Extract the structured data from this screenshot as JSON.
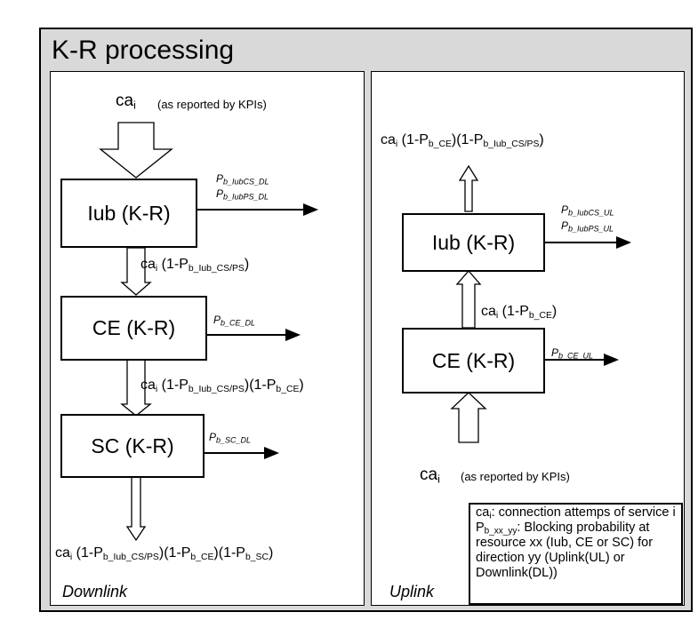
{
  "title": "K-R processing",
  "downlink": {
    "label": "Downlink",
    "input": {
      "ca": "ca",
      "i": "i",
      "note": "(as reported by KPIs)"
    },
    "boxes": {
      "iub": "Iub (K-R)",
      "ce": "CE (K-R)",
      "sc": "SC (K-R)"
    },
    "flow_after_iub": {
      "ca": "ca",
      "i": "i",
      "p": " (1-P",
      "s1": "b_Iub_CS/PS",
      "end": ")"
    },
    "flow_after_ce": {
      "ca": "ca",
      "i": "i",
      "p1": " (1-P",
      "s1": "b_Iub_CS/PS",
      "p2": ")(1-P",
      "s2": "b_CE",
      "end": ")"
    },
    "output": {
      "ca": "ca",
      "i": "i",
      "p1": " (1-P",
      "s1": "b_Iub_CS/PS",
      "p2": ")(1-P",
      "s2": "b_CE",
      "p3": ")(1-P",
      "s3": "b_SC",
      "end": ")"
    },
    "block": {
      "iub_cs": {
        "p": "P",
        "s": "b_IubCS_DL"
      },
      "iub_ps": {
        "p": "P",
        "s": "b_IubPS_DL"
      },
      "ce": {
        "p": "P",
        "s": "b_CE_DL"
      },
      "sc": {
        "p": "P",
        "s": "b_SC_DL"
      }
    }
  },
  "uplink": {
    "label": "Uplink",
    "input": {
      "ca": "ca",
      "i": "i",
      "note": "(as reported by KPIs)"
    },
    "boxes": {
      "iub": "Iub (K-R)",
      "ce": "CE (K-R)"
    },
    "flow_after_ce": {
      "ca": "ca",
      "i": "i",
      "p": " (1-P",
      "s1": "b_CE",
      "end": ")"
    },
    "output": {
      "ca": "ca",
      "i": "i",
      "p1": " (1-P",
      "s1": "b_CE",
      "p2": ")(1-P",
      "s2": "b_Iub_CS/PS",
      "end": ")"
    },
    "block": {
      "iub_cs": {
        "p": "P",
        "s": "b_IubCS_UL"
      },
      "iub_ps": {
        "p": "P",
        "s": "b_IubPS_UL"
      },
      "ce": {
        "p": "P",
        "s": "b_CE_UL"
      }
    }
  },
  "legend": {
    "line1_main": "ca",
    "line1_sub": "i",
    "line1_rest": ": connection attemps of service i",
    "line2_main": "P",
    "line2_sub": "b_xx_yy",
    "line2_rest": ": Blocking probability at resource xx (Iub, CE or SC) for direction yy (Uplink(UL) or Downlink(DL))"
  },
  "colors": {
    "frame": "#d9d9d9",
    "panel": "#ffffff",
    "stroke": "#000000"
  }
}
